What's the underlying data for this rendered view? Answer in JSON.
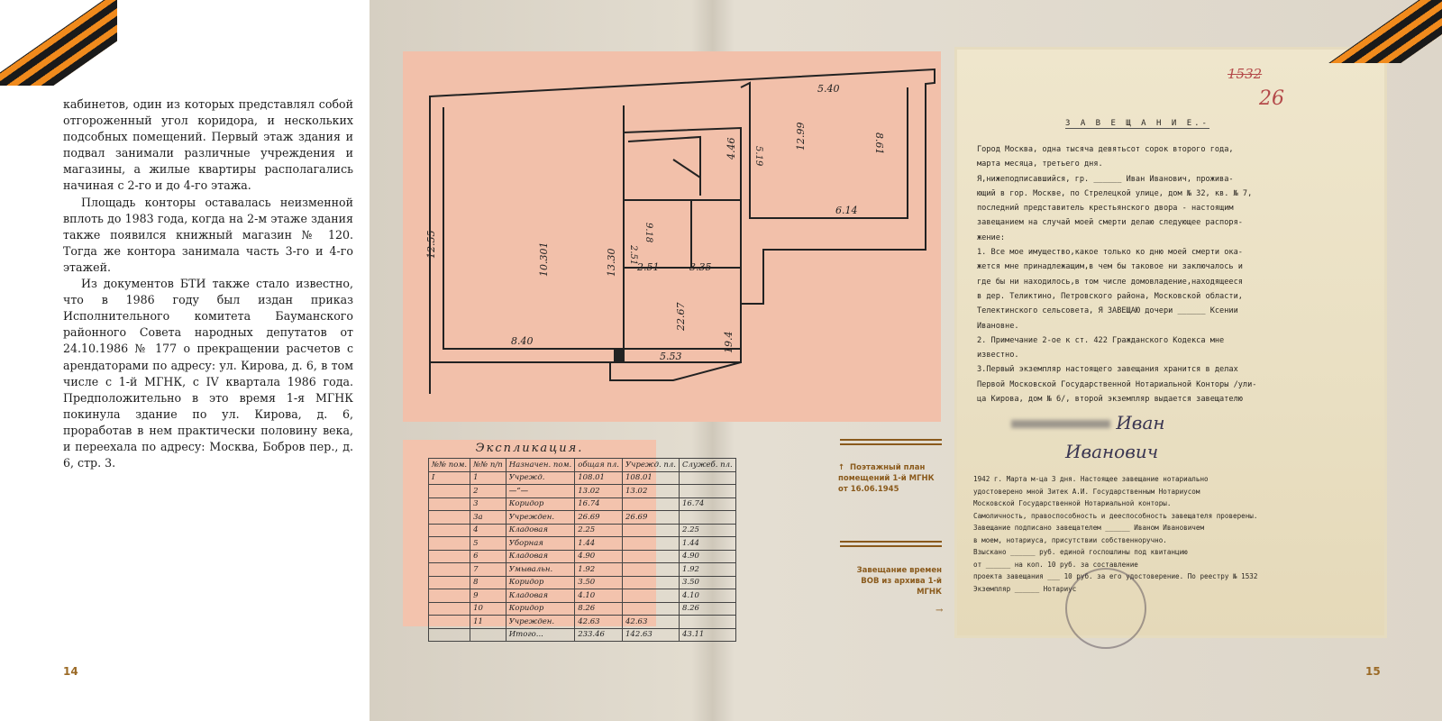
{
  "left_page": {
    "paragraphs": [
      "кабинетов, один из которых представлял собой отгороженный угол коридора, и нескольких подсобных помещений. Первый этаж здания и подвал занимали различные учреждения и магазины, а жилые квартиры располагались начиная с 2-го и до 4-го этажа.",
      "Площадь конторы оставалась неизменной вплоть до 1983 года, когда на 2-м этаже здания также появился книжный магазин № 120. Тогда же контора занимала часть 3-го и 4-го этажей.",
      "Из документов БТИ также стало известно, что в 1986 году был издан приказ Исполнительного комитета Бауманского районного Совета народных депутатов от 24.10.1986 № 177 о прекращении расчетов с арендаторами по адресу: ул. Кирова, д. 6, в том числе с 1-й МГНК, с IV квартала 1986 года. Предположительно в это время 1-я МГНК покинула здание по ул. Кирова, д. 6, проработав в нем практически половину века, и переехала по адресу: Москва, Бобров пер., д. 6, стр. 3."
    ],
    "page_number": "14"
  },
  "right_page": {
    "page_number": "15",
    "captions": {
      "plan": {
        "icon": "arrow-up-icon",
        "arrow": "↑",
        "text": "Поэтажный план помещений 1-й МГНК от 16.06.1945"
      },
      "will": {
        "icon": "arrow-right-icon",
        "arrow": "→",
        "text": "Завещание времен ВОВ из архива 1-й МГНК"
      }
    },
    "floor_plan": {
      "labels": [
        "5.40",
        "12.99",
        "8.61",
        "6.14",
        "12.55",
        "10.301",
        "13.30",
        "2.51",
        "3.35",
        "8.40",
        "5.53",
        "19.4",
        "4.46",
        "22.67",
        "2.51",
        "9.18",
        "5.19"
      ]
    },
    "explication": {
      "title": "Экспликация.",
      "headers": [
        "№№ пом.",
        "№№ п/п",
        "Назначен. пом.",
        "общая пл.",
        "Учрежд. пл.",
        "Служеб. пл."
      ],
      "rows": [
        [
          "I",
          "1",
          "Учрежд.",
          "108.01",
          "108.01",
          ""
        ],
        [
          "",
          "2",
          "—“—",
          "13.02",
          "13.02",
          ""
        ],
        [
          "",
          "3",
          "Коридор",
          "16.74",
          "",
          "16.74"
        ],
        [
          "",
          "3а",
          "Учрежден.",
          "26.69",
          "26.69",
          ""
        ],
        [
          "",
          "4",
          "Кладовая",
          "2.25",
          "",
          "2.25"
        ],
        [
          "",
          "5",
          "Уборная",
          "1.44",
          "",
          "1.44"
        ],
        [
          "",
          "6",
          "Кладовая",
          "4.90",
          "",
          "4.90"
        ],
        [
          "",
          "7",
          "Умывальн.",
          "1.92",
          "",
          "1.92"
        ],
        [
          "",
          "8",
          "Коридор",
          "3.50",
          "",
          "3.50"
        ],
        [
          "",
          "9",
          "Кладовая",
          "4.10",
          "",
          "4.10"
        ],
        [
          "",
          "10",
          "Коридор",
          "8.26",
          "",
          "8.26"
        ],
        [
          "",
          "11",
          "Учрежден.",
          "42.63",
          "42.63",
          ""
        ],
        [
          "",
          "",
          "Итого...",
          "233.46",
          "142.63",
          "43.11"
        ]
      ]
    },
    "will_document": {
      "numbers": [
        "1532",
        "26"
      ],
      "title": "З А В Е Щ А Н И Е.-",
      "lines": [
        "Город Москва, одна тысяча девятьсот сорок второго года,",
        "марта месяца, третьего дня.",
        "Я,нижеподписавшийся, гр. ______ Иван Иванович, прожива-",
        "ющий в гор. Москве, по Стрелецкой улице, дом № 32, кв. № 7,",
        "последний представитель крестьянского двора - настоящим",
        "завещанием на случай моей смерти делаю следующее распоря-",
        "жение:",
        "1. Все мое имущество,какое только ко дню моей смерти ока-",
        "жется мне принадлежащим,в чем бы таковое ни заключалось и",
        "где бы ни находилось,в том числе домовладение,находящееся",
        "в дер. Теликтино, Петровского района, Московской области,",
        "Телектинского сельсовета, Я ЗАВЕЩАЮ дочери ______ Ксении",
        "Ивановне.",
        "2. Примечание 2-ое к ст. 422 Гражданского Кодекса мне",
        "известно.",
        "3.Первый экземпляр настоящего завещания хранится в делах",
        "Первой Московской Государственной Нотариальной Конторы /ули-",
        "ца Кирова, дом № 6/, второй экземпляр выдается завещателю"
      ],
      "signature": [
        "Иван",
        "Иванович"
      ],
      "certification": [
        "1942 г. Марта м-ца 3 дня. Настоящее завещание нотариально",
        "удостоверено мной Зитек А.И. Государственным Нотариусом",
        "Московской Государственной Нотариальной конторы.",
        "Самоличность, правоспособность и дееспособность завещателя проверены.",
        "Завещание подписано завещателем ______ Иваном Ивановичем",
        "в моем, нотариуса, присутствии собственноручно.",
        "Взыскано ______ руб. единой госпошлины под квитанцию",
        "от ______ на коп. 10 руб. за составление",
        "проекта завещания ___ 10 руб. за его удостоверение. По реестру № 1532",
        "Экземпляр ______                    Нотариус"
      ]
    }
  }
}
